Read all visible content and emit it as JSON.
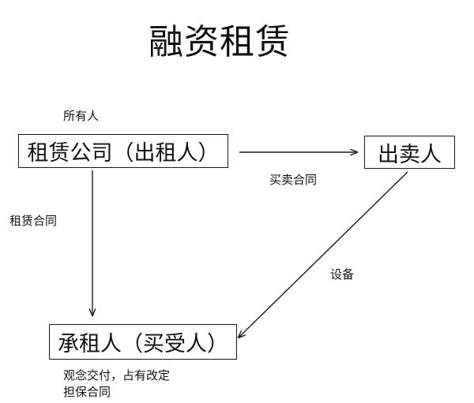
{
  "title": "融资租赁",
  "nodes": {
    "lessor": "租赁公司（出租人）",
    "seller": "出卖人",
    "lessee": "承租人（买受人）"
  },
  "labels": {
    "owner": "所有人",
    "purchase_contract": "买卖合同",
    "lease_contract": "租赁合同",
    "equipment": "设备",
    "note_line1": "观念交付，占有改定",
    "note_line2": "担保合同"
  },
  "edges": [
    {
      "from": "lessor",
      "to": "seller",
      "label": "买卖合同"
    },
    {
      "from": "lessor",
      "to": "lessee",
      "label": "租赁合同"
    },
    {
      "from": "seller",
      "to": "lessee",
      "label": "设备"
    }
  ],
  "colors": {
    "line": "#1a1a1a",
    "background": "#ffffff"
  }
}
